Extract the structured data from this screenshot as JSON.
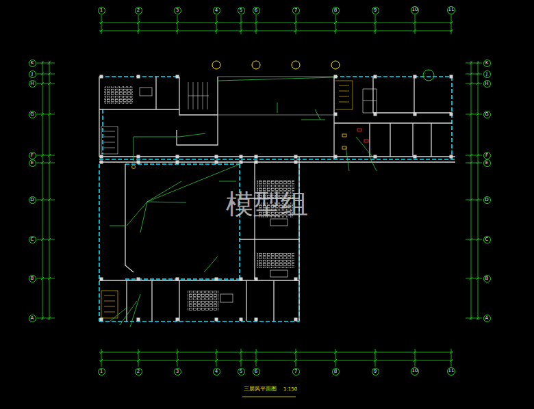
{
  "diagram": {
    "caption": "三层风平面图",
    "nodes": [
      {
        "text": [
          "1"
        ]
      },
      {
        "text": [
          "2"
        ]
      },
      {
        "text": [
          "3"
        ]
      },
      {
        "text": [
          "4"
        ]
      },
      {
        "text": [
          "5"
        ]
      },
      {
        "text": [
          "6"
        ]
      },
      {
        "text": [
          "7"
        ]
      },
      {
        "text": [
          "8"
        ]
      },
      {
        "text": [
          "9"
        ]
      },
      {
        "text": [
          "10"
        ]
      },
      {
        "text": [
          "11"
        ]
      },
      {
        "text": [
          "K"
        ]
      },
      {
        "text": [
          "J"
        ]
      },
      {
        "text": [
          "H"
        ]
      },
      {
        "text": [
          "G"
        ]
      },
      {
        "text": [
          "F"
        ]
      },
      {
        "text": [
          "E"
        ]
      },
      {
        "text": [
          "D"
        ]
      },
      {
        "text": [
          "C"
        ]
      },
      {
        "text": [
          "B"
        ]
      },
      {
        "text": [
          "A"
        ]
      },
      {
        "text": [
          "K"
        ]
      },
      {
        "text": [
          "J"
        ]
      },
      {
        "text": [
          "H"
        ]
      },
      {
        "text": [
          "G"
        ]
      },
      {
        "text": [
          "F"
        ]
      },
      {
        "text": [
          "E"
        ]
      },
      {
        "text": [
          "D"
        ]
      },
      {
        "text": [
          "C"
        ]
      },
      {
        "text": [
          "B"
        ]
      },
      {
        "text": [
          "A"
        ]
      },
      {
        "text": [
          "1"
        ]
      },
      {
        "text": [
          "2"
        ]
      },
      {
        "text": [
          "3"
        ]
      },
      {
        "text": [
          "4"
        ]
      },
      {
        "text": [
          "5"
        ]
      },
      {
        "text": [
          "6"
        ]
      },
      {
        "text": [
          "7"
        ]
      },
      {
        "text": [
          "8"
        ]
      },
      {
        "text": [
          "9"
        ]
      },
      {
        "text": [
          "10"
        ]
      },
      {
        "text": [
          "11"
        ]
      }
    ],
    "labels": [
      "模型组",
      "1:150"
    ]
  }
}
